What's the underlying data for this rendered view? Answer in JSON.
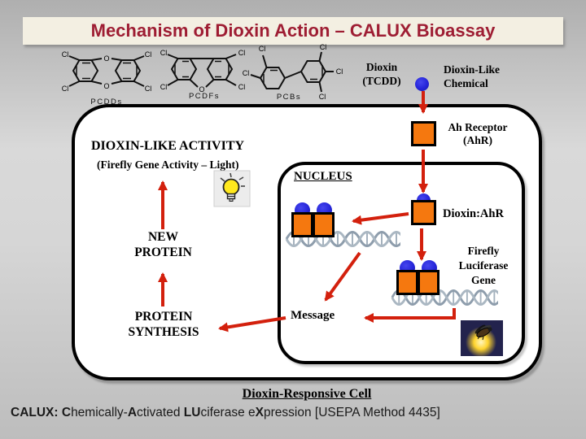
{
  "slide": {
    "title": "Mechanism of Dioxin Action – CALUX Bioassay"
  },
  "chemicals": {
    "cl": "Cl",
    "o": "O",
    "items": [
      {
        "label": "PCDDs"
      },
      {
        "label": "PCDFs"
      },
      {
        "label": "PCBs"
      }
    ]
  },
  "ligands": {
    "dioxin": {
      "line1": "Dioxin",
      "line2": "(TCDD)"
    },
    "dioxin_like": {
      "line1": "Dioxin-Like",
      "line2": "Chemical"
    }
  },
  "cell": {
    "activity_title": "DIOXIN-LIKE ACTIVITY",
    "activity_subtitle": "(Firefly Gene Activity – Light)",
    "ah_receptor": {
      "line1": "Ah Receptor",
      "line2": "(AhR)"
    },
    "dioxin_ahr": "Dioxin:AhR",
    "new_protein": {
      "line1": "NEW",
      "line2": "PROTEIN"
    },
    "protein_synthesis": {
      "line1": "PROTEIN",
      "line2": "SYNTHESIS"
    }
  },
  "nucleus": {
    "label": "NUCLEUS",
    "message": "Message",
    "firefly_gene": {
      "line1": "Firefly",
      "line2": "Luciferase",
      "line3": "Gene"
    }
  },
  "footer": {
    "cell_caption": "Dioxin-Responsive Cell",
    "calux_segments": [
      "CALUX: ",
      "C",
      "hemically-",
      "A",
      "ctivated ",
      "LU",
      "ciferase e",
      "X",
      "pression ",
      "[USEPA Method 4435]"
    ]
  },
  "colors": {
    "title_red": "#9e1d33",
    "arrow_red": "#d3200d",
    "receptor_orange": "#f5780f",
    "ligand_blue": "#2525d9",
    "dna_gray": "#97a5b4",
    "banner_cream": "#f3efe2"
  }
}
